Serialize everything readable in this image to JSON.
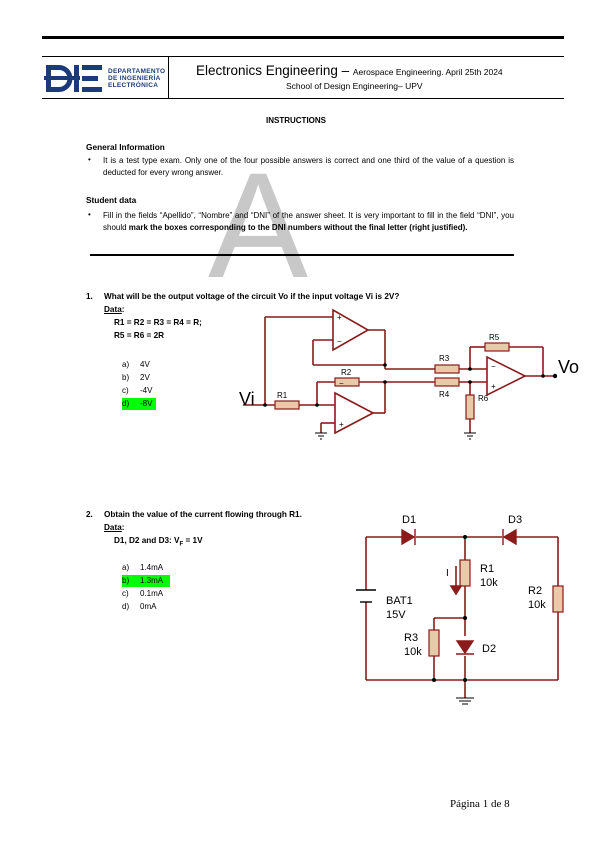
{
  "header": {
    "logo_lines": [
      "DEPARTAMENTO",
      "DE INGENIERÍA",
      "ELECTRÓNICA"
    ],
    "title": "Electronics Engineering – ",
    "title_small": "Aerospace Engineering. April 25th 2024",
    "subtitle": "School of Design Engineering– UPV"
  },
  "watermark": "A",
  "instructions_title": "INSTRUCTIONS",
  "general": {
    "heading": "General Information",
    "text": "It is a test type exam. Only one of the four possible answers is correct and one third of the value of a question is deducted for every wrong answer."
  },
  "student": {
    "heading": "Student data",
    "text_a": "Fill in the fields “Apellido”, “Nombre” and “DNI” of the answer sheet. It is very important to fill in the field “DNI”, you should ",
    "text_b": "mark the boxes corresponding to the DNI numbers without the final letter (right justified)."
  },
  "q1": {
    "number": "1.",
    "text": "What will be the output voltage of the circuit Vo if the input voltage Vi is 2V?",
    "data_label": "Data",
    "data_colon": ":",
    "data_line1": "R1 = R2 = R3 = R4 = R;",
    "data_line2": "R5 = R6 = 2R",
    "options": [
      {
        "letter": "a)",
        "value": "4V",
        "highlight": false
      },
      {
        "letter": "b)",
        "value": "2V",
        "highlight": false
      },
      {
        "letter": "c)",
        "value": "-4V",
        "highlight": false
      },
      {
        "letter": "d)",
        "value": "-8V",
        "highlight": true
      }
    ],
    "circuit": {
      "vi": "Vi",
      "vo": "Vo",
      "r1": "R1",
      "r2": "R2",
      "r3": "R3",
      "r4": "R4",
      "r5": "R5",
      "r6": "R6"
    }
  },
  "q2": {
    "number": "2.",
    "text": "Obtain the value of the current flowing through R1.",
    "data_label": "Data",
    "data_colon": ":",
    "data_line": "D1, D2 and D3: V",
    "data_sub": "F",
    "data_tail": " = 1V",
    "options": [
      {
        "letter": "a)",
        "value": "1.4mA",
        "highlight": false
      },
      {
        "letter": "b)",
        "value": "1.3mA",
        "highlight": true
      },
      {
        "letter": "c)",
        "value": "0.1mA",
        "highlight": false
      },
      {
        "letter": "d)",
        "value": "0mA",
        "highlight": false
      }
    ],
    "circuit": {
      "d1": "D1",
      "d2": "D2",
      "d3": "D3",
      "r1": "R1",
      "r1v": "10k",
      "r2": "R2",
      "r2v": "10k",
      "r3": "R3",
      "r3v": "10k",
      "bat": "BAT1",
      "batv": "15V",
      "i": "I"
    }
  },
  "footer": "Página 1 de 8"
}
